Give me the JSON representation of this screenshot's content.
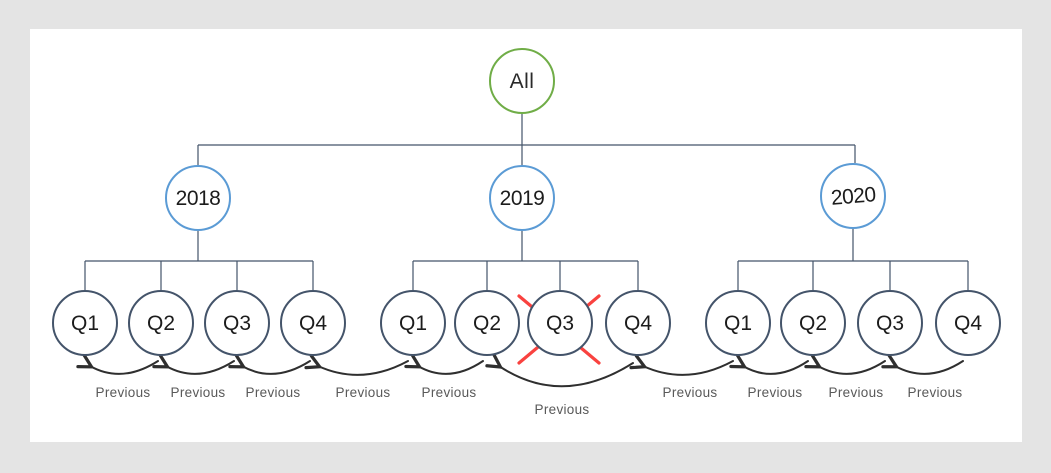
{
  "colors": {
    "page_background": "#e4e4e4",
    "canvas_background": "#ffffff",
    "root_stroke": "#70AD47",
    "year_stroke": "#5B9BD5",
    "quarter_stroke": "#44546A",
    "connector_line": "#44546A",
    "arrow": "#2f2f2f",
    "cross": "#f9423f",
    "node_text": "#1c1c1c",
    "previous_text": "#595959"
  },
  "tree": {
    "root": {
      "id": "all",
      "label": "All"
    },
    "years": [
      {
        "id": "2018",
        "label": "2018",
        "quarters": [
          {
            "id": "2018-Q1",
            "label": "Q1",
            "crossed_out": false
          },
          {
            "id": "2018-Q2",
            "label": "Q2",
            "crossed_out": false
          },
          {
            "id": "2018-Q3",
            "label": "Q3",
            "crossed_out": false
          },
          {
            "id": "2018-Q4",
            "label": "Q4",
            "crossed_out": false
          }
        ]
      },
      {
        "id": "2019",
        "label": "2019",
        "quarters": [
          {
            "id": "2019-Q1",
            "label": "Q1",
            "crossed_out": false
          },
          {
            "id": "2019-Q2",
            "label": "Q2",
            "crossed_out": false
          },
          {
            "id": "2019-Q3",
            "label": "Q3",
            "crossed_out": true
          },
          {
            "id": "2019-Q4",
            "label": "Q4",
            "crossed_out": false
          }
        ]
      },
      {
        "id": "2020",
        "label": "2020",
        "quarters": [
          {
            "id": "2020-Q1",
            "label": "Q1",
            "crossed_out": false
          },
          {
            "id": "2020-Q2",
            "label": "Q2",
            "crossed_out": false
          },
          {
            "id": "2020-Q3",
            "label": "Q3",
            "crossed_out": false
          },
          {
            "id": "2020-Q4",
            "label": "Q4",
            "crossed_out": false
          }
        ]
      }
    ]
  },
  "arrows": [
    {
      "from": "2018-Q2",
      "to": "2018-Q1",
      "label": "Previous"
    },
    {
      "from": "2018-Q3",
      "to": "2018-Q2",
      "label": "Previous"
    },
    {
      "from": "2018-Q4",
      "to": "2018-Q3",
      "label": "Previous"
    },
    {
      "from": "2019-Q1",
      "to": "2018-Q4",
      "label": "Previous"
    },
    {
      "from": "2019-Q2",
      "to": "2019-Q1",
      "label": "Previous"
    },
    {
      "from": "2019-Q4",
      "to": "2019-Q2",
      "label": "Previous",
      "skips": "2019-Q3"
    },
    {
      "from": "2020-Q1",
      "to": "2019-Q4",
      "label": "Previous"
    },
    {
      "from": "2020-Q2",
      "to": "2020-Q1",
      "label": "Previous"
    },
    {
      "from": "2020-Q3",
      "to": "2020-Q2",
      "label": "Previous"
    },
    {
      "from": "2020-Q4",
      "to": "2020-Q3",
      "label": "Previous"
    }
  ]
}
